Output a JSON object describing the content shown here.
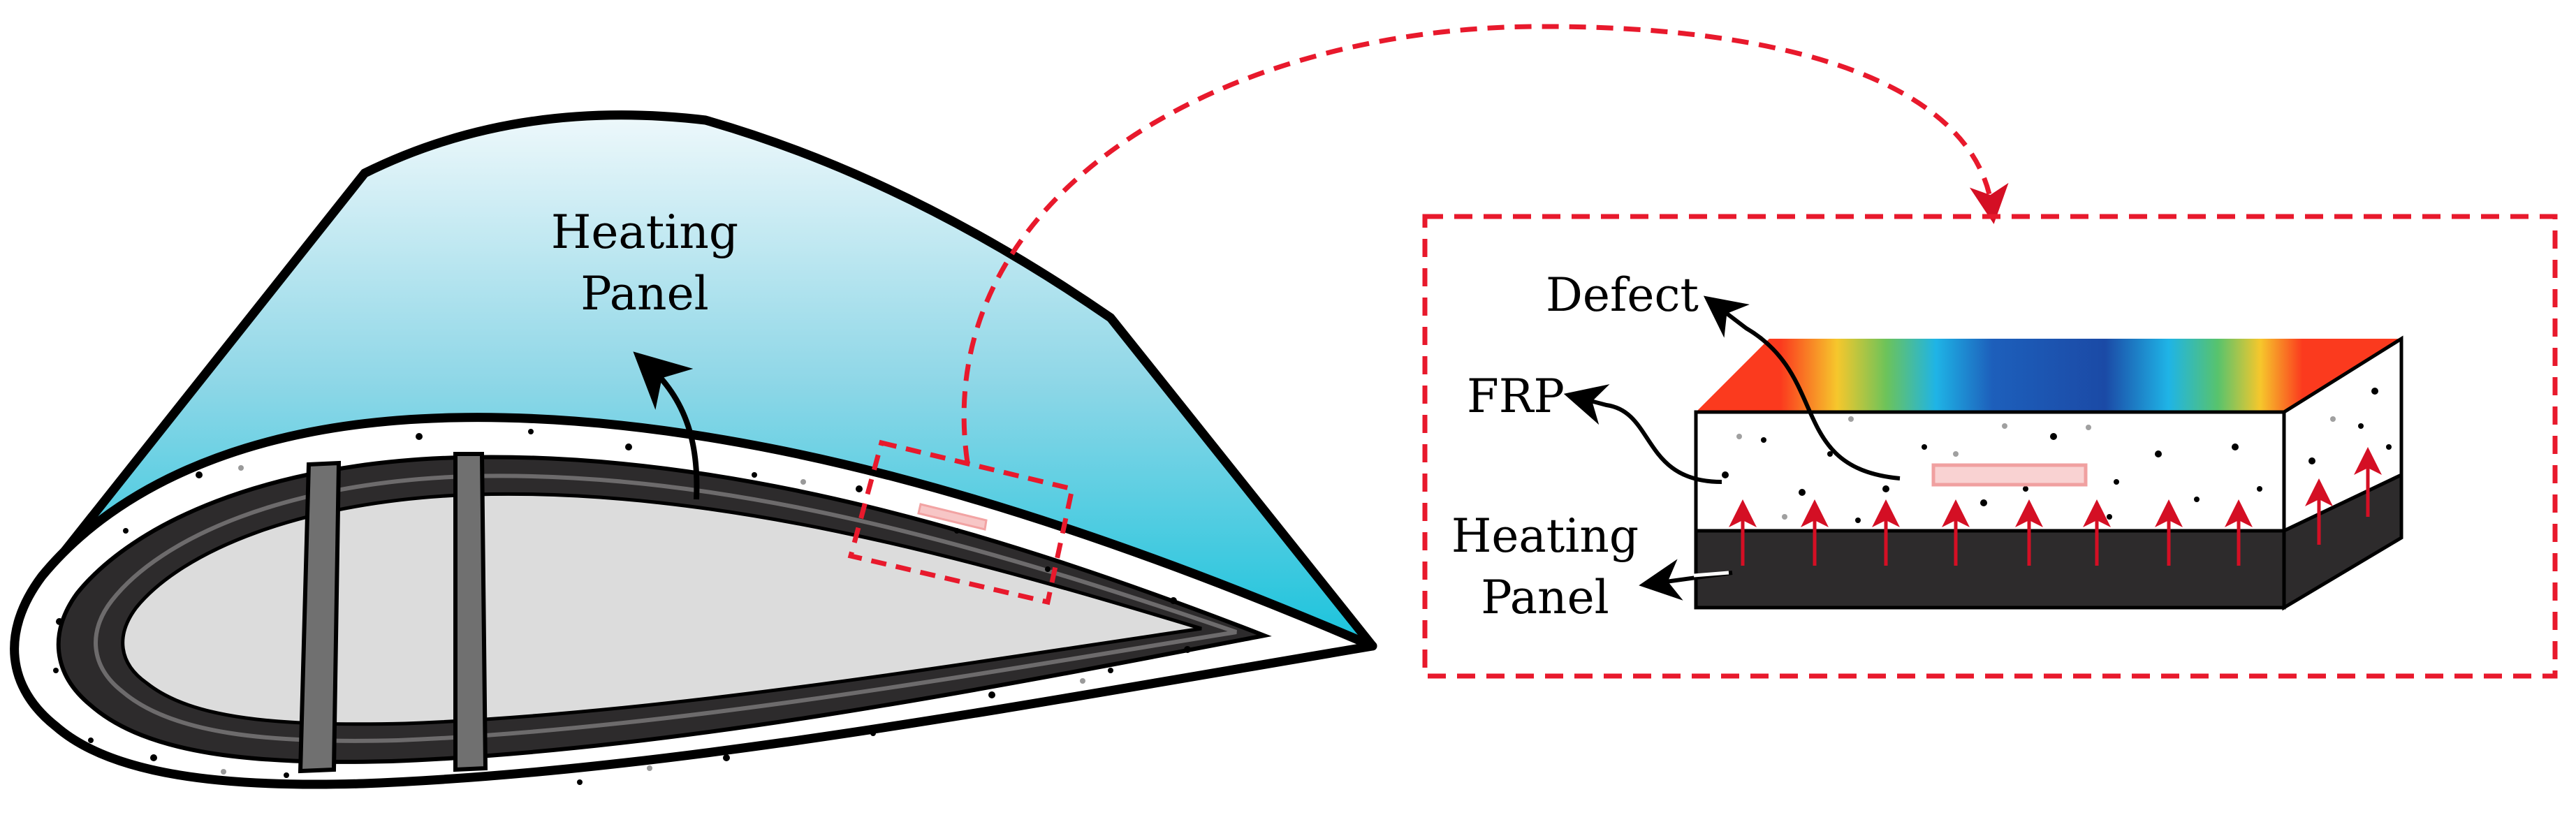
{
  "labels": {
    "heating_panel_line1": "Heating",
    "heating_panel_line2": "Panel",
    "defect": "Defect",
    "frp": "FRP",
    "heating_panel_inset_line1": "Heating",
    "heating_panel_inset_line2": "Panel"
  },
  "colors": {
    "highlight": "#e8192c",
    "panel_top": "#e6f4f9",
    "panel_bottom": "#1cc4dc",
    "spar_cap": "#2d2b2c",
    "web": "#707070",
    "cavity": "#dcdcdc",
    "defect": "#f7c6c6",
    "arrow_red": "#d40f24"
  },
  "thermal_map_colors": [
    "#fa3a1f",
    "#f6d12a",
    "#1fb5e8",
    "#1b4aa6"
  ]
}
